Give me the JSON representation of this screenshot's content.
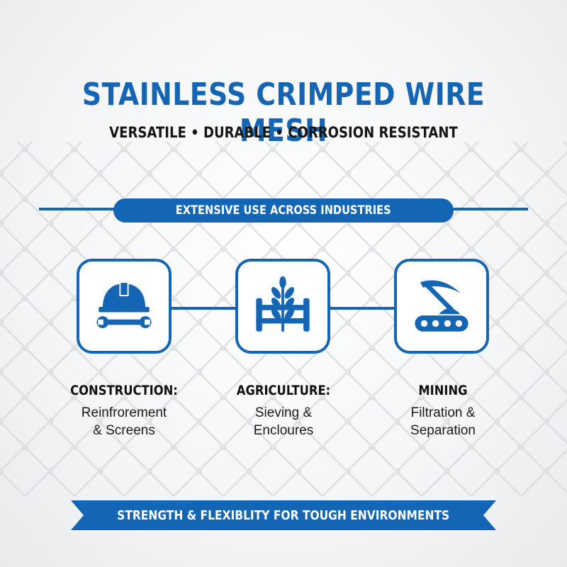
{
  "header": {
    "title": "STAINLESS CRIMPED WIRE MESH",
    "subtitle": "VERSATILE • DURABLE • CORROSION RESISTANT"
  },
  "banner": {
    "label": "EXTENSIVE USE ACROSS INDUSTRIES"
  },
  "industries": [
    {
      "name": "CONSTRUCTION:",
      "desc_line1": "Reinfrorement",
      "desc_line2": "& Screens",
      "icon": "hard-hat-wrench-icon"
    },
    {
      "name": "AGRICULTURE:",
      "desc_line1": "Sieving &",
      "desc_line2": "Encloures",
      "icon": "wheat-fence-icon"
    },
    {
      "name": "MINING",
      "desc_line1": "Filtration &",
      "desc_line2": "Separation",
      "icon": "pickaxe-conveyor-icon"
    }
  ],
  "footer": {
    "label": "STRENGTH & FLEXIBLITY FOR TOUGH ENVIRONMENTS"
  },
  "colors": {
    "accent": "#1466b4",
    "text": "#111111",
    "background": "#f4f5f6"
  }
}
